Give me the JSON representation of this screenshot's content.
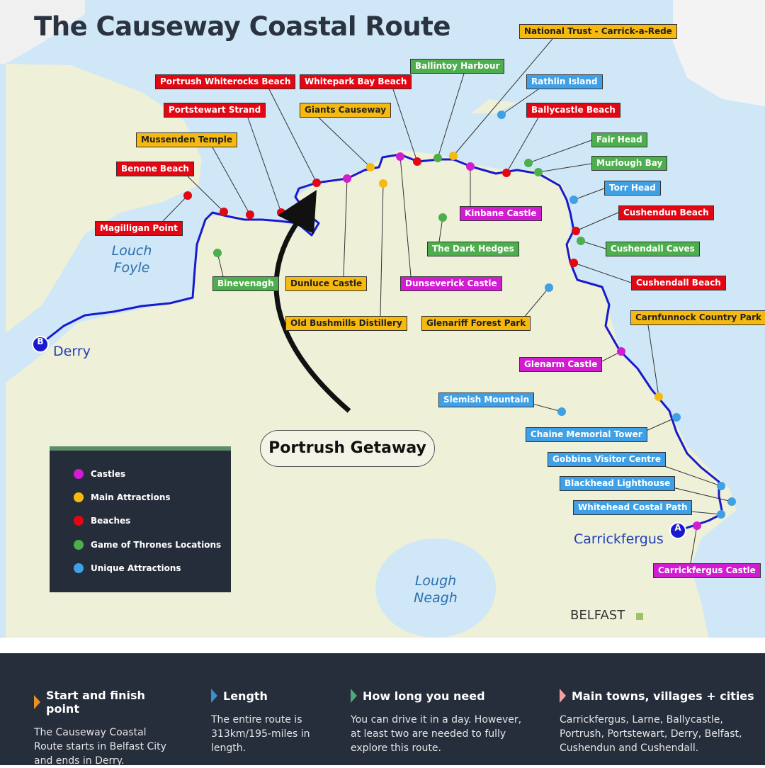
{
  "title": "The Causeway Coastal Route",
  "colors": {
    "castles": "#d21cd2",
    "main": "#f6b90f",
    "beaches": "#e30613",
    "got": "#4cae4c",
    "unique": "#3fa0e6",
    "route": "#1a1acc"
  },
  "labels": [
    "National Trust - Carrick-a-Rede",
    "Ballintoy Harbour",
    "Rathlin Island",
    "Portrush Whiterocks Beach",
    "Whitepark Bay Beach",
    "Portstewart Strand",
    "Giants Causeway",
    "Ballycastle Beach",
    "Mussenden Temple",
    "Fair Head",
    "Benone Beach",
    "Murlough Bay",
    "Torr Head",
    "Cushendun Beach",
    "Kinbane Castle",
    "Magilligan Point",
    "The Dark Hedges",
    "Cushendall Caves",
    "Binevenagh",
    "Dunluce Castle",
    "Dunseverick Castle",
    "Cushendall Beach",
    "Carnfunnock Country Park",
    "Old Bushmills Distillery",
    "Glenariff Forest Park",
    "Glenarm Castle",
    "Slemish Mountain",
    "Chaine Memorial Tower",
    "Gobbins Visitor Centre",
    "Blackhead Lighthouse",
    "Whitehead Costal Path",
    "Carrickfergus Castle"
  ],
  "places": {
    "derry": "Derry",
    "carrickfergus": "Carrickfergus",
    "belfast": "BELFAST",
    "foyle": "Louch Foyle",
    "neagh": "Lough Neagh",
    "start": "A",
    "end": "B"
  },
  "callout": "Portrush Getaway",
  "legend": [
    "Castles",
    "Main Attractions",
    "Beaches",
    "Game of Thrones Locations",
    "Unique Attractions"
  ],
  "footer": [
    {
      "heading": "Start and finish point",
      "body": "The Causeway Coastal Route starts in Belfast City and ends in Derry."
    },
    {
      "heading": "Length",
      "body": "The entire route is 313km/195-miles in length."
    },
    {
      "heading": "How long you need",
      "body": "You can drive it in a day. However, at least two are needed to fully explore this route."
    },
    {
      "heading": "Main towns, villages + cities",
      "body": "Carrickfergus, Larne, Ballycastle, Portrush, Portstewart, Derry, Belfast, Cushendun and Cushendall."
    }
  ]
}
